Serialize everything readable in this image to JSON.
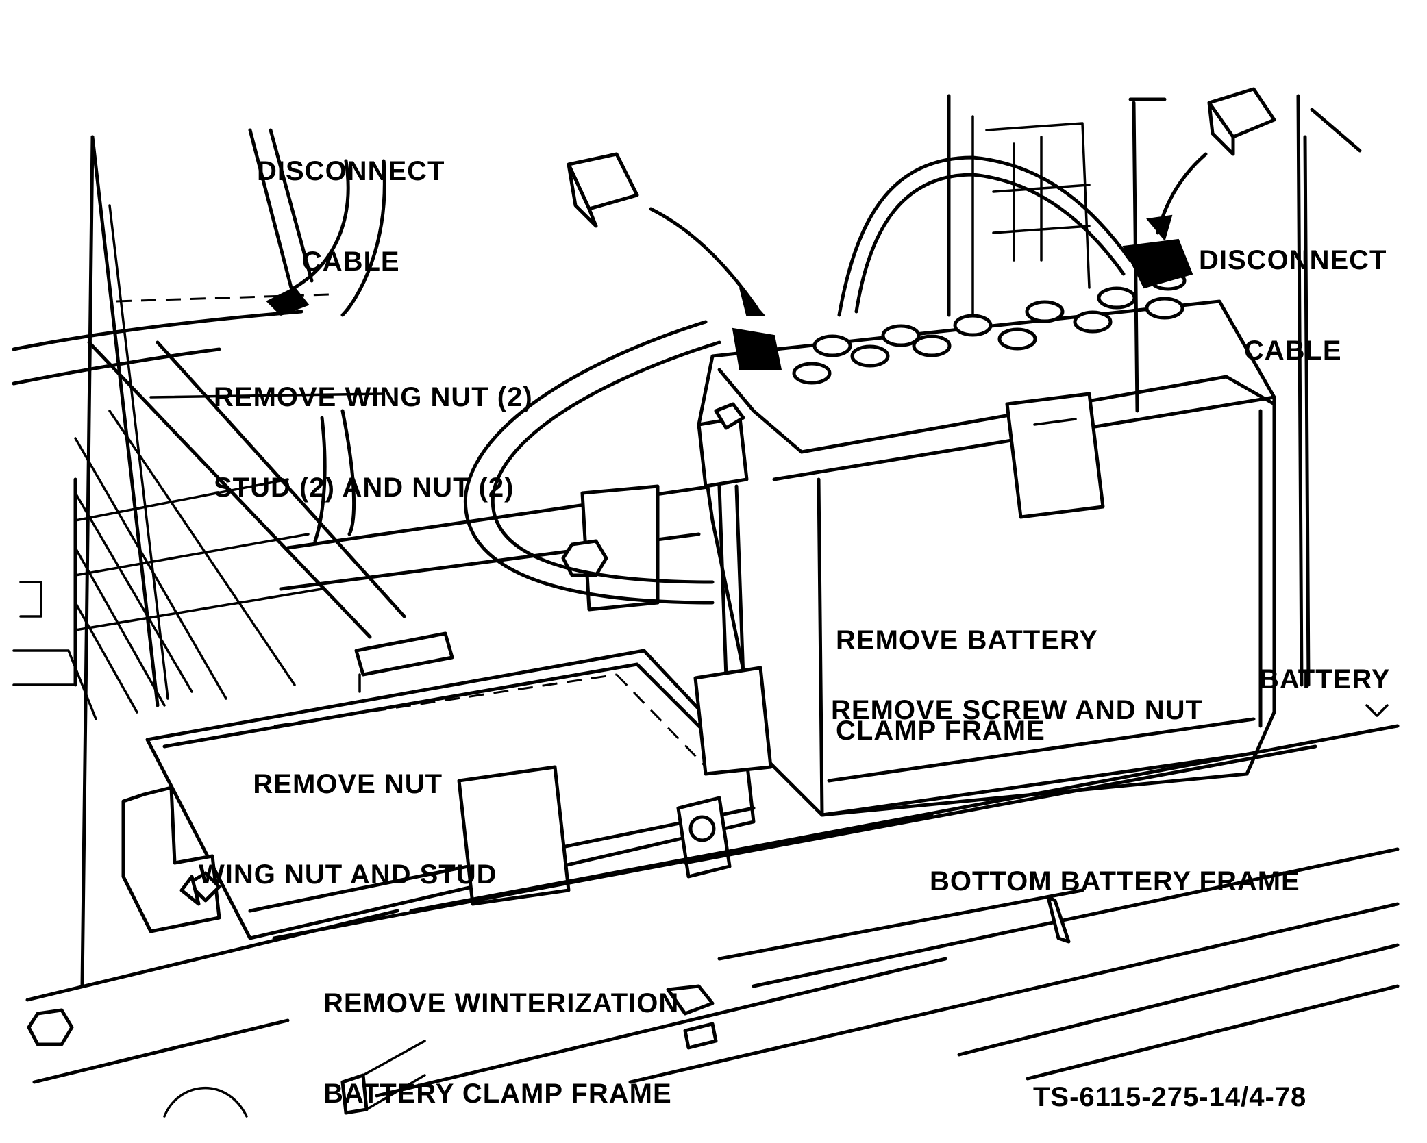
{
  "diagram": {
    "type": "technical-illustration",
    "subject": "Battery removal procedure",
    "colors": {
      "ink": "#000000",
      "paper": "#ffffff"
    },
    "labels": {
      "disconnect_cable_left": {
        "line1": "DISCONNECT",
        "line2": "CABLE"
      },
      "disconnect_cable_right": {
        "line1": "DISCONNECT",
        "line2": "CABLE"
      },
      "remove_wing_nut": {
        "line1": "REMOVE WING NUT (2)",
        "line2": "STUD (2) AND NUT (2)"
      },
      "remove_battery_clamp_frame": {
        "line1": "REMOVE BATTERY",
        "line2": "CLAMP FRAME"
      },
      "battery": "BATTERY",
      "remove_screw_and_nut": "REMOVE SCREW AND NUT",
      "remove_nut_wing_nut_stud": {
        "line1": "REMOVE NUT",
        "line2": "WING NUT AND STUD"
      },
      "bottom_battery_frame": "BOTTOM BATTERY FRAME",
      "remove_winterization_frame": {
        "line1": "REMOVE WINTERIZATION",
        "line2": "BATTERY CLAMP FRAME"
      },
      "figure_id": "TS-6115-275-14/4-78"
    },
    "components": [
      "battery",
      "terminal-cap-left",
      "terminal-cap-right",
      "cable-left",
      "cable-jumper",
      "battery-clamp-frame",
      "winterization-clamp-frame",
      "bottom-battery-frame",
      "wing-nut",
      "hex-bolt",
      "stud"
    ]
  }
}
